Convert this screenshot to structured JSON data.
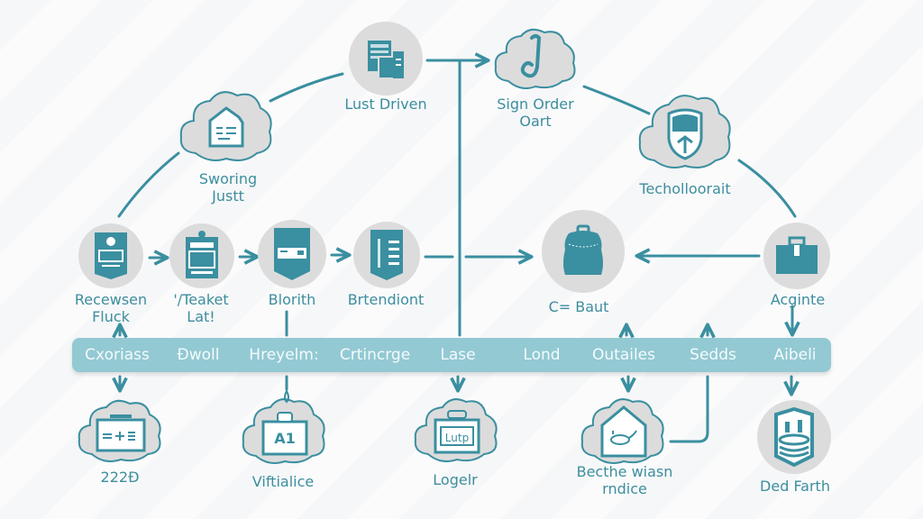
{
  "diagram": {
    "colors": {
      "accent": "#3a8fa0",
      "bar": "#93c9d3",
      "bar_text": "#f4fbfc",
      "node_fill": "#dcdcdc",
      "background": "#f6f7f8"
    },
    "top_nodes": [
      {
        "id": "swoning",
        "label_lines": [
          "Sworing",
          "Justt"
        ],
        "shape": "cloud",
        "icon": "building-document-icon"
      },
      {
        "id": "lust-driven",
        "label_lines": [
          "Lust Driven"
        ],
        "shape": "circle",
        "icon": "office-buildings-icon"
      },
      {
        "id": "sign-order",
        "label_lines": [
          "Sign Order",
          "Oart"
        ],
        "shape": "cloud",
        "icon": "hook-icon"
      },
      {
        "id": "techolloorait",
        "label_lines": [
          "Techolloorait"
        ],
        "shape": "cloud",
        "icon": "shield-icon"
      }
    ],
    "middle_nodes": [
      {
        "id": "recewsen",
        "label_lines": [
          "Recewsen",
          "Fluck"
        ],
        "shape": "circle",
        "icon": "id-card-icon"
      },
      {
        "id": "vteaket",
        "label_lines": [
          "'/Teaket",
          "Lat!"
        ],
        "shape": "circle",
        "icon": "ticket-machine-icon"
      },
      {
        "id": "blorith",
        "label_lines": [
          "Blorith"
        ],
        "shape": "circle",
        "icon": "bookmark-card-icon"
      },
      {
        "id": "brtendiont",
        "label_lines": [
          "Brtendiont"
        ],
        "shape": "circle",
        "icon": "document-list-icon"
      },
      {
        "id": "c-baut",
        "label_lines": [
          "C= Baut"
        ],
        "shape": "circle",
        "icon": "bag-icon"
      },
      {
        "id": "acginte",
        "label_lines": [
          "Acginte"
        ],
        "shape": "circle",
        "icon": "briefcase-icon"
      }
    ],
    "bar_items": [
      "Cxoriass",
      "Đwoll",
      "Hreyelm:",
      "Crtincrge",
      "Lase",
      "Lond",
      "Outailes",
      "Sedds",
      "Aibeli"
    ],
    "bottom_nodes": [
      {
        "id": "2220",
        "label_lines": [
          "222Ð"
        ],
        "shape": "cloud",
        "icon": "calculator-case-icon"
      },
      {
        "id": "vittialice",
        "label_lines": [
          "Viftialice"
        ],
        "shape": "cloud",
        "icon": "a1-card-icon"
      },
      {
        "id": "logeir",
        "label_lines": [
          "Logelr"
        ],
        "shape": "cloud",
        "icon": "luggage-icon"
      },
      {
        "id": "becthe",
        "label_lines": [
          "Becthe wiasn",
          "rndice"
        ],
        "shape": "cloud",
        "icon": "house-icon"
      },
      {
        "id": "ded-farth",
        "label_lines": [
          "Ded Farth"
        ],
        "shape": "circle",
        "icon": "stadium-badge-icon"
      }
    ]
  }
}
